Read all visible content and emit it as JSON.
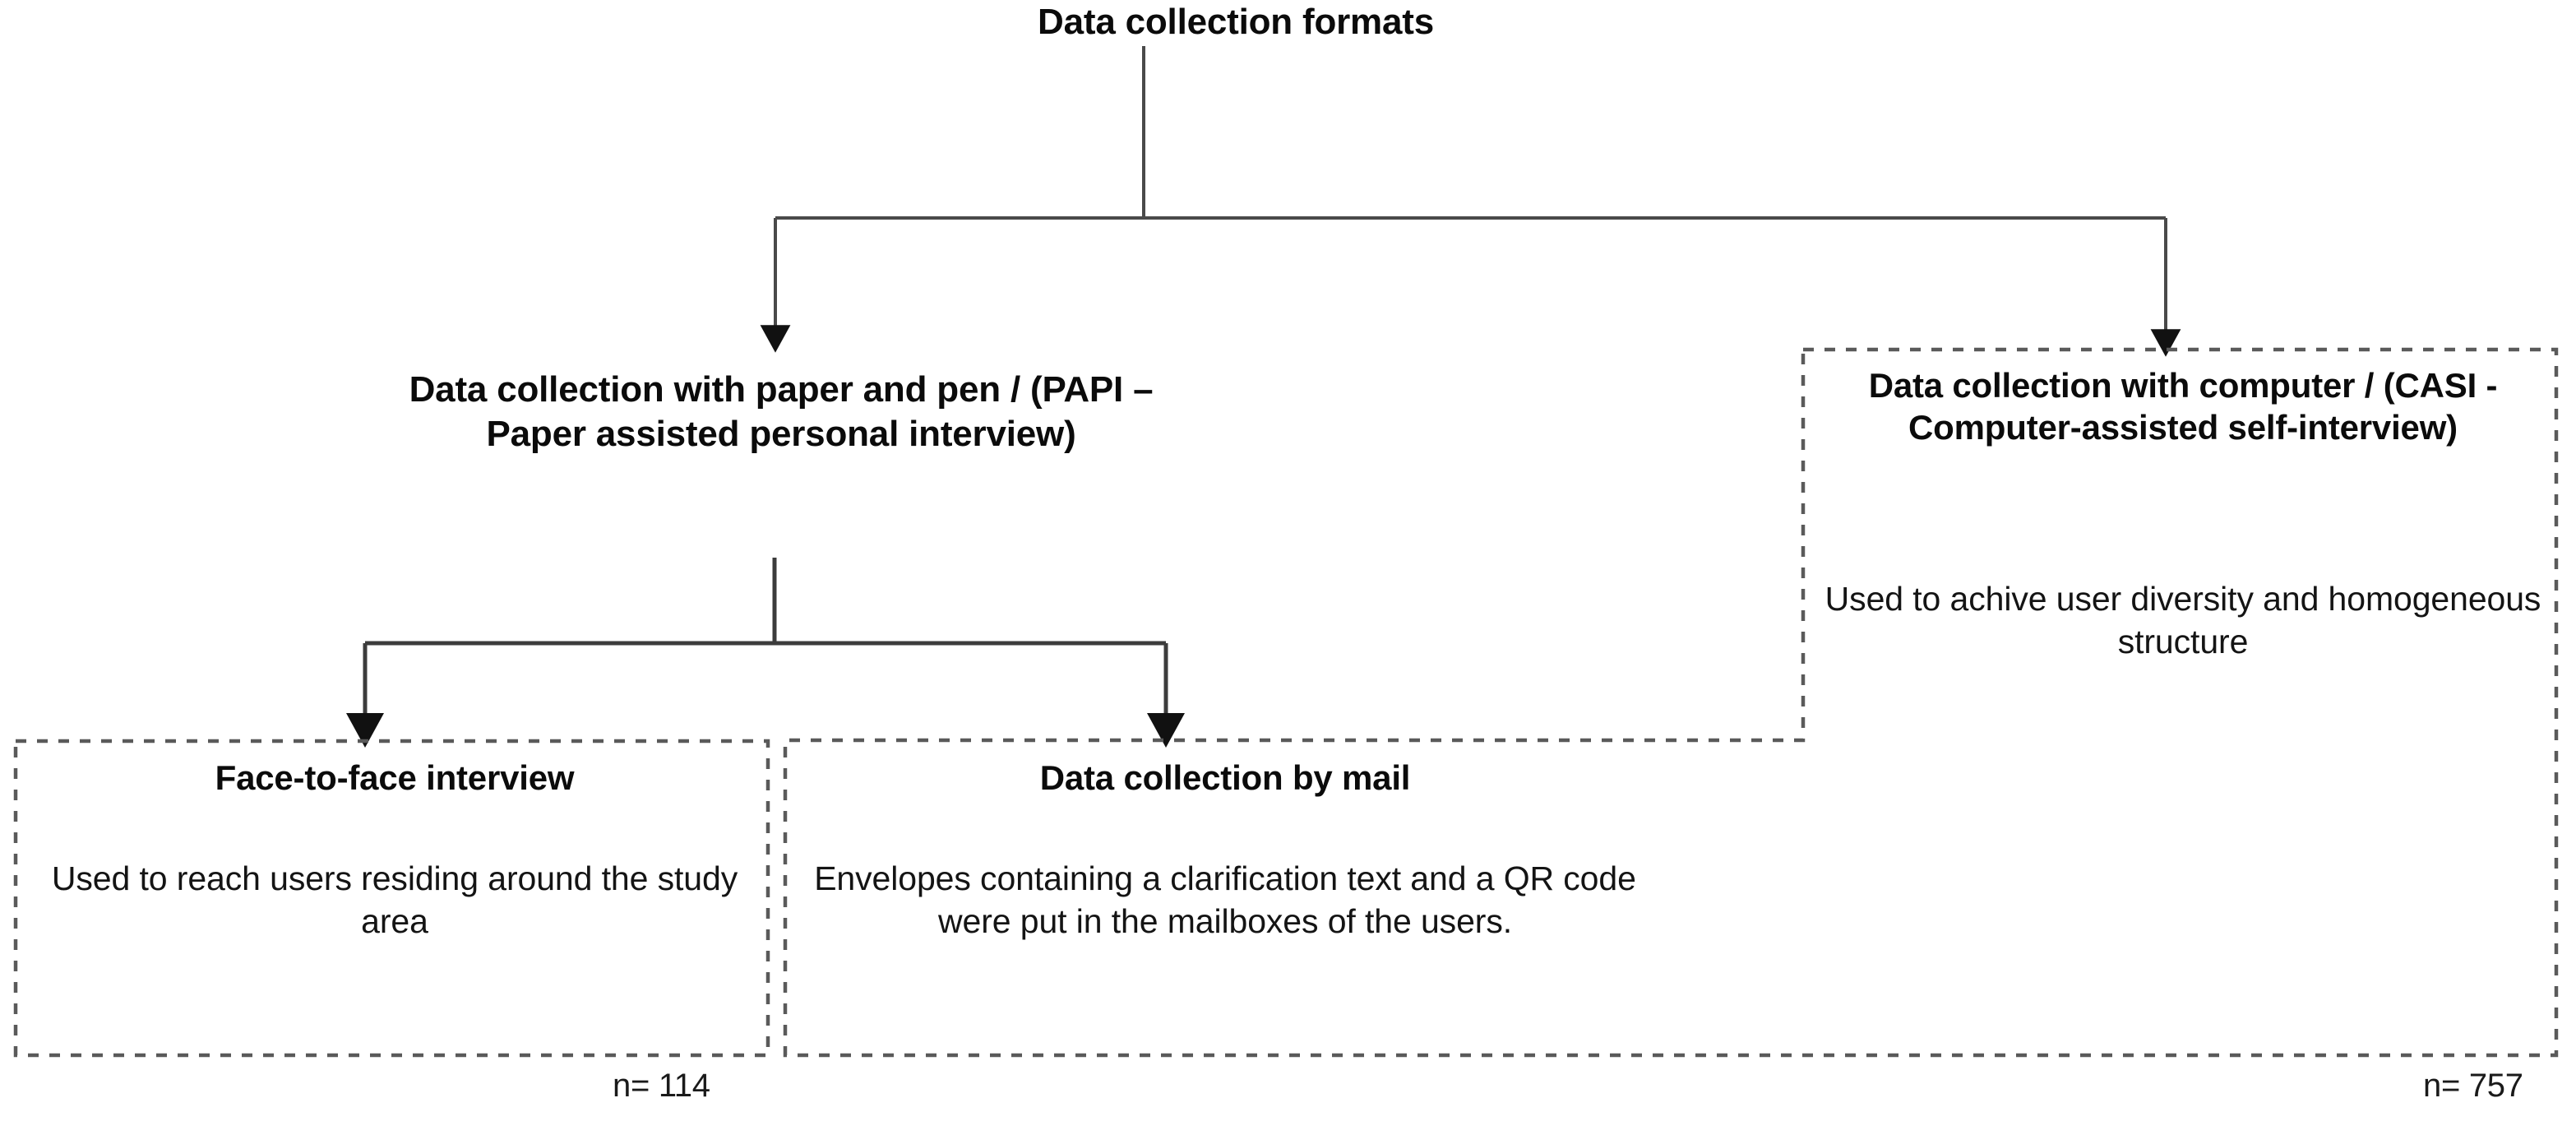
{
  "diagram": {
    "title": "Data collection formats",
    "background_color": "#ffffff",
    "line_color": "#3a3a3a",
    "box_border_color": "#555555",
    "text_color": "#0b0b0b"
  },
  "nodes": {
    "root": {
      "label": "Data collection formats"
    },
    "papi": {
      "title": "Data collection with paper and pen / (PAPI – Paper assisted personal interview)"
    },
    "casi": {
      "title": "Data collection with computer / (CASI - Computer-assisted self-interview)",
      "body": "Used to achive user diversity and homogeneous structure"
    },
    "face_to_face": {
      "title": "Face-to-face interview",
      "body": "Used to reach users residing around the study area"
    },
    "mail": {
      "title": "Data collection by mail",
      "body": "Envelopes containing a clarification text and a QR code were put in the mailboxes of the users."
    }
  },
  "counts": {
    "papi_total": "n= 114",
    "casi_total": "n= 757"
  }
}
